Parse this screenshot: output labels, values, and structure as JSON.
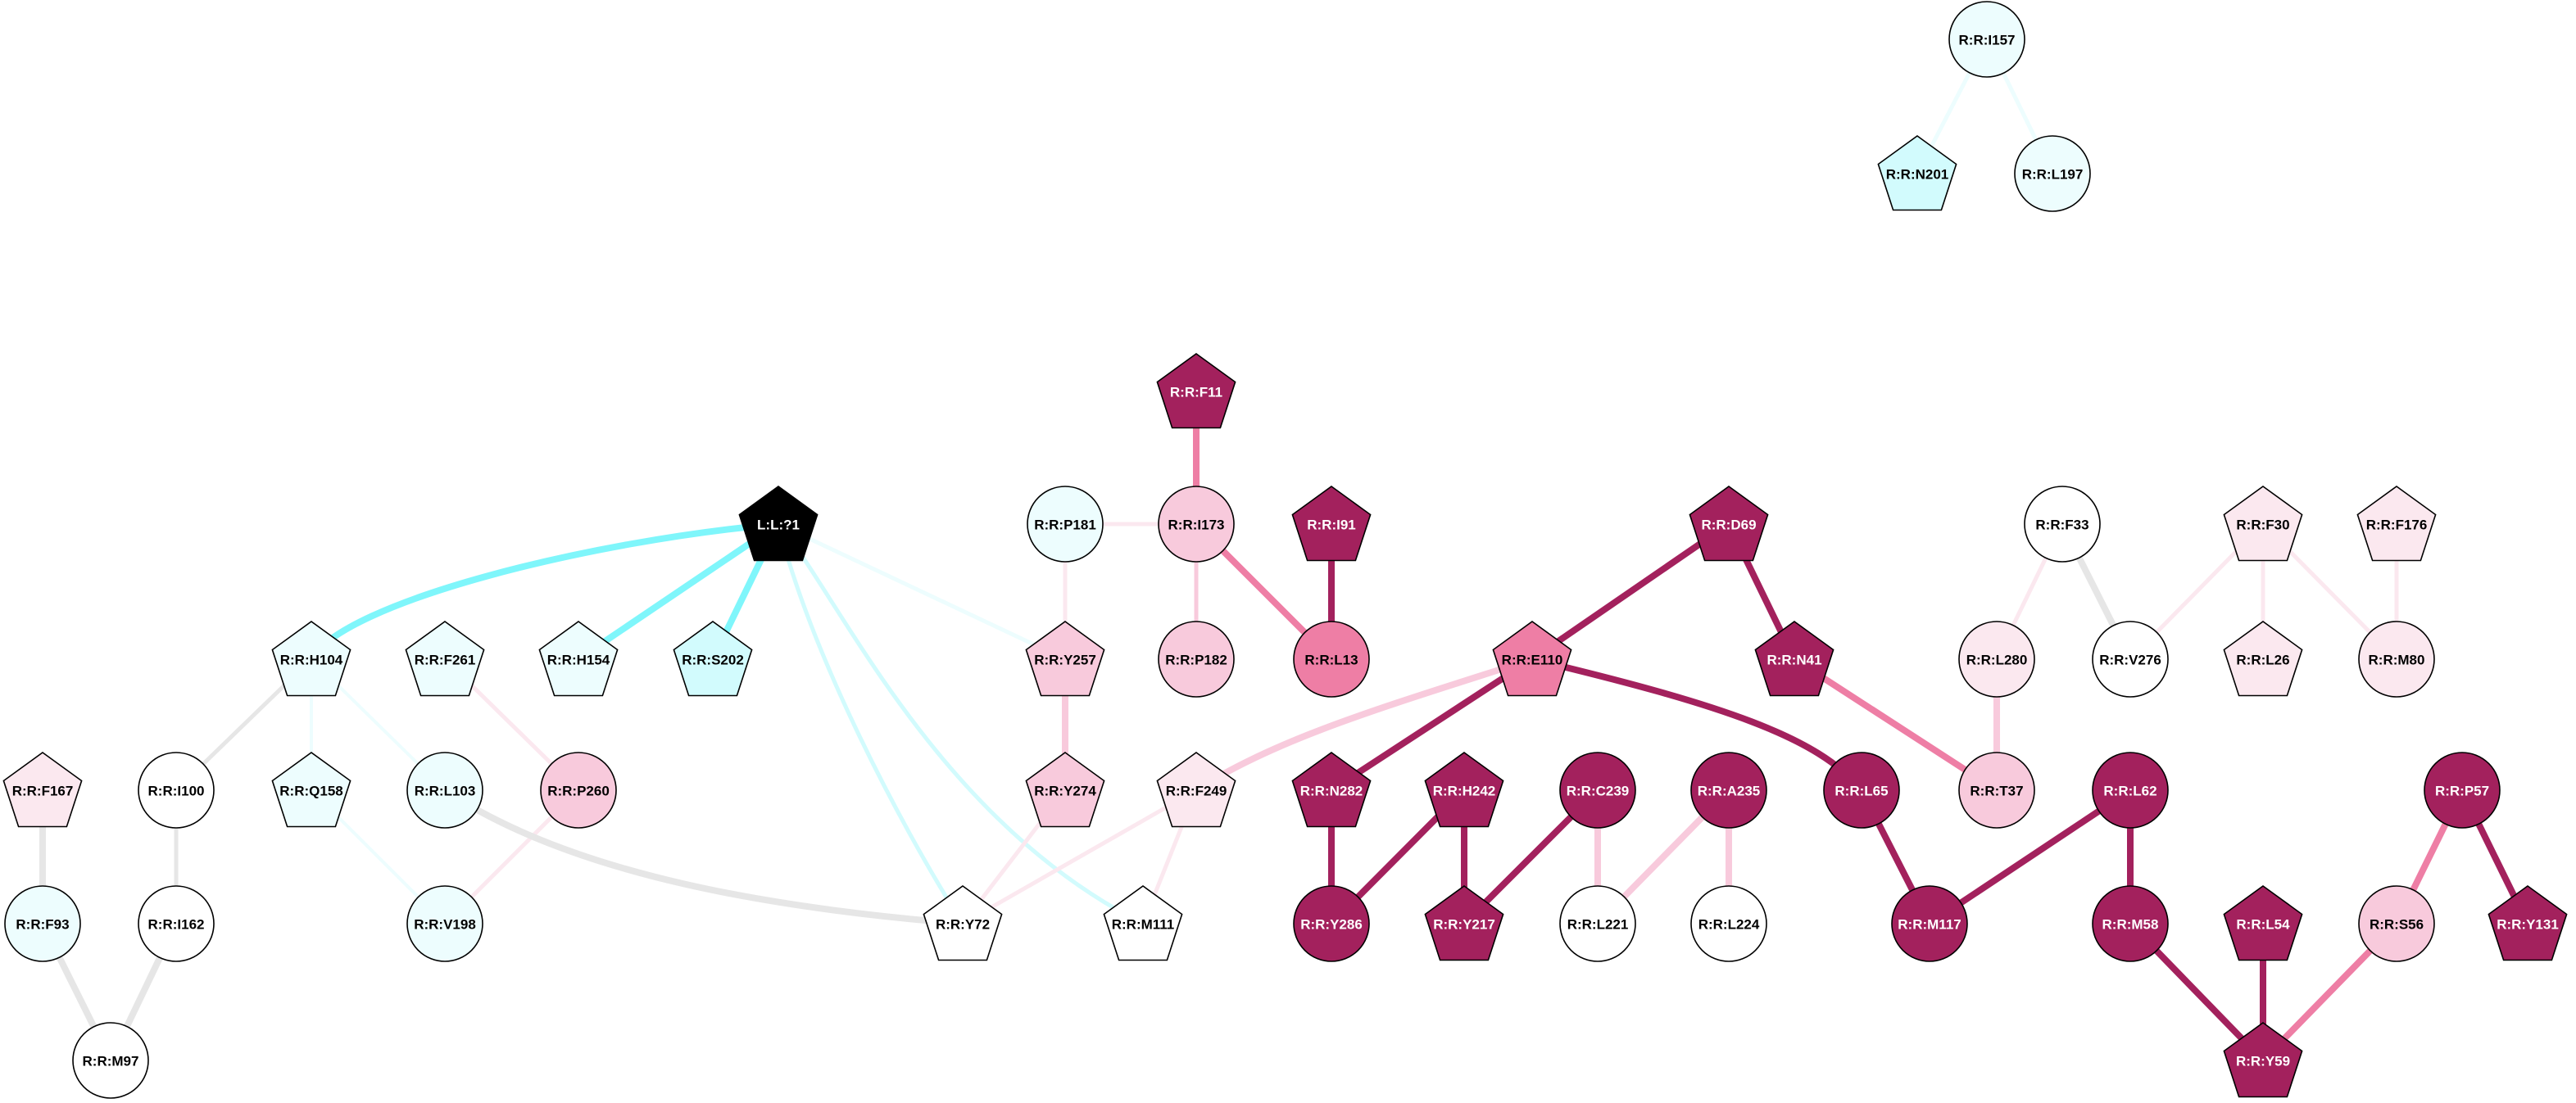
{
  "colors": {
    "black": "#000000",
    "cyan": "#7ff6fb",
    "cyan_light": "#d2fbfd",
    "cyan_pale": "#edfdfe",
    "white": "#ffffff",
    "gray": "#e6e6e6",
    "pink_pale": "#fbe8ef",
    "pink_light": "#f8cadc",
    "pink_mid": "#ee7ea5",
    "magenta": "#a3215d"
  },
  "nodes": [
    {
      "id": "L:L:?1",
      "shape": "pentagon",
      "fill": "#000000",
      "text": "#ffffff"
    },
    {
      "id": "R:R:H104",
      "shape": "pentagon",
      "fill": "#edfdfe",
      "text": "#000000"
    },
    {
      "id": "R:R:F261",
      "shape": "pentagon",
      "fill": "#edfdfe",
      "text": "#000000"
    },
    {
      "id": "R:R:H154",
      "shape": "pentagon",
      "fill": "#edfdfe",
      "text": "#000000"
    },
    {
      "id": "R:R:S202",
      "shape": "pentagon",
      "fill": "#d2fbfd",
      "text": "#000000"
    },
    {
      "id": "R:R:F167",
      "shape": "pentagon",
      "fill": "#fbe8ef",
      "text": "#000000"
    },
    {
      "id": "R:R:I100",
      "shape": "circle",
      "fill": "#ffffff",
      "text": "#000000"
    },
    {
      "id": "R:R:Q158",
      "shape": "pentagon",
      "fill": "#edfdfe",
      "text": "#000000"
    },
    {
      "id": "R:R:L103",
      "shape": "circle",
      "fill": "#edfdfe",
      "text": "#000000"
    },
    {
      "id": "R:R:P260",
      "shape": "circle",
      "fill": "#f8cadc",
      "text": "#000000"
    },
    {
      "id": "R:R:F93",
      "shape": "circle",
      "fill": "#edfdfe",
      "text": "#000000"
    },
    {
      "id": "R:R:I162",
      "shape": "circle",
      "fill": "#ffffff",
      "text": "#000000"
    },
    {
      "id": "R:R:V198",
      "shape": "circle",
      "fill": "#edfdfe",
      "text": "#000000"
    },
    {
      "id": "R:R:M97",
      "shape": "circle",
      "fill": "#ffffff",
      "text": "#000000"
    },
    {
      "id": "R:R:P181",
      "shape": "circle",
      "fill": "#edfdfe",
      "text": "#000000"
    },
    {
      "id": "R:R:F11",
      "shape": "pentagon",
      "fill": "#a3215d",
      "text": "#ffffff"
    },
    {
      "id": "R:R:I173",
      "shape": "circle",
      "fill": "#f8cadc",
      "text": "#000000"
    },
    {
      "id": "R:R:I91",
      "shape": "pentagon",
      "fill": "#a3215d",
      "text": "#ffffff"
    },
    {
      "id": "R:R:Y257",
      "shape": "pentagon",
      "fill": "#f8cadc",
      "text": "#000000"
    },
    {
      "id": "R:R:P182",
      "shape": "circle",
      "fill": "#f8cadc",
      "text": "#000000"
    },
    {
      "id": "R:R:L13",
      "shape": "circle",
      "fill": "#ee7ea5",
      "text": "#000000"
    },
    {
      "id": "R:R:Y274",
      "shape": "pentagon",
      "fill": "#f8cadc",
      "text": "#000000"
    },
    {
      "id": "R:R:F249",
      "shape": "pentagon",
      "fill": "#fbe8ef",
      "text": "#000000"
    },
    {
      "id": "R:R:Y72",
      "shape": "pentagon",
      "fill": "#ffffff",
      "text": "#000000"
    },
    {
      "id": "R:R:M111",
      "shape": "pentagon",
      "fill": "#ffffff",
      "text": "#000000"
    },
    {
      "id": "R:R:D69",
      "shape": "pentagon",
      "fill": "#a3215d",
      "text": "#ffffff"
    },
    {
      "id": "R:R:E110",
      "shape": "pentagon",
      "fill": "#ee7ea5",
      "text": "#000000"
    },
    {
      "id": "R:R:N41",
      "shape": "pentagon",
      "fill": "#a3215d",
      "text": "#ffffff"
    },
    {
      "id": "R:R:N282",
      "shape": "pentagon",
      "fill": "#a3215d",
      "text": "#ffffff"
    },
    {
      "id": "R:R:H242",
      "shape": "pentagon",
      "fill": "#a3215d",
      "text": "#ffffff"
    },
    {
      "id": "R:R:C239",
      "shape": "circle",
      "fill": "#a3215d",
      "text": "#ffffff"
    },
    {
      "id": "R:R:A235",
      "shape": "circle",
      "fill": "#a3215d",
      "text": "#ffffff"
    },
    {
      "id": "R:R:L65",
      "shape": "circle",
      "fill": "#a3215d",
      "text": "#ffffff"
    },
    {
      "id": "R:R:Y286",
      "shape": "circle",
      "fill": "#a3215d",
      "text": "#ffffff"
    },
    {
      "id": "R:R:Y217",
      "shape": "pentagon",
      "fill": "#a3215d",
      "text": "#ffffff"
    },
    {
      "id": "R:R:L221",
      "shape": "circle",
      "fill": "#ffffff",
      "text": "#000000"
    },
    {
      "id": "R:R:L224",
      "shape": "circle",
      "fill": "#ffffff",
      "text": "#000000"
    },
    {
      "id": "R:R:M117",
      "shape": "circle",
      "fill": "#a3215d",
      "text": "#ffffff"
    },
    {
      "id": "R:R:F33",
      "shape": "circle",
      "fill": "#ffffff",
      "text": "#000000"
    },
    {
      "id": "R:R:L280",
      "shape": "circle",
      "fill": "#fbe8ef",
      "text": "#000000"
    },
    {
      "id": "R:R:V276",
      "shape": "circle",
      "fill": "#ffffff",
      "text": "#000000"
    },
    {
      "id": "R:R:T37",
      "shape": "circle",
      "fill": "#f8cadc",
      "text": "#000000"
    },
    {
      "id": "R:R:F30",
      "shape": "pentagon",
      "fill": "#fbe8ef",
      "text": "#000000"
    },
    {
      "id": "R:R:L26",
      "shape": "pentagon",
      "fill": "#fbe8ef",
      "text": "#000000"
    },
    {
      "id": "R:R:F176",
      "shape": "pentagon",
      "fill": "#fbe8ef",
      "text": "#000000"
    },
    {
      "id": "R:R:M80",
      "shape": "circle",
      "fill": "#fbe8ef",
      "text": "#000000"
    },
    {
      "id": "R:R:L62",
      "shape": "circle",
      "fill": "#a3215d",
      "text": "#ffffff"
    },
    {
      "id": "R:R:M58",
      "shape": "circle",
      "fill": "#a3215d",
      "text": "#ffffff"
    },
    {
      "id": "R:R:P57",
      "shape": "circle",
      "fill": "#a3215d",
      "text": "#ffffff"
    },
    {
      "id": "R:R:S56",
      "shape": "circle",
      "fill": "#f8cadc",
      "text": "#000000"
    },
    {
      "id": "R:R:Y131",
      "shape": "pentagon",
      "fill": "#a3215d",
      "text": "#ffffff"
    },
    {
      "id": "R:R:L54",
      "shape": "pentagon",
      "fill": "#a3215d",
      "text": "#ffffff"
    },
    {
      "id": "R:R:Y59",
      "shape": "pentagon",
      "fill": "#a3215d",
      "text": "#ffffff"
    },
    {
      "id": "R:R:I157",
      "shape": "circle",
      "fill": "#edfdfe",
      "text": "#000000"
    },
    {
      "id": "R:R:N201",
      "shape": "pentagon",
      "fill": "#d2fbfd",
      "text": "#000000"
    },
    {
      "id": "R:R:L197",
      "shape": "circle",
      "fill": "#edfdfe",
      "text": "#000000"
    }
  ],
  "edges": [
    {
      "from": "L:L:?1",
      "to": "R:R:H104",
      "color": "#7ff6fb",
      "weight": "strong"
    },
    {
      "from": "L:L:?1",
      "to": "R:R:H154",
      "color": "#7ff6fb",
      "weight": "strong"
    },
    {
      "from": "L:L:?1",
      "to": "R:R:S202",
      "color": "#7ff6fb",
      "weight": "strong"
    },
    {
      "from": "L:L:?1",
      "to": "R:R:Y72",
      "color": "#d2fbfd",
      "weight": "medium"
    },
    {
      "from": "L:L:?1",
      "to": "R:R:M111",
      "color": "#d2fbfd",
      "weight": "medium"
    },
    {
      "from": "L:L:?1",
      "to": "R:R:Y257",
      "color": "#edfdfe",
      "weight": "medium"
    },
    {
      "from": "R:R:H104",
      "to": "R:R:I100",
      "color": "#e6e6e6",
      "weight": "medium"
    },
    {
      "from": "R:R:H104",
      "to": "R:R:Q158",
      "color": "#edfdfe",
      "weight": "light"
    },
    {
      "from": "R:R:H104",
      "to": "R:R:L103",
      "color": "#edfdfe",
      "weight": "light"
    },
    {
      "from": "R:R:F261",
      "to": "R:R:P260",
      "color": "#fbe8ef",
      "weight": "medium"
    },
    {
      "from": "R:R:F167",
      "to": "R:R:F93",
      "color": "#e6e6e6",
      "weight": "strong"
    },
    {
      "from": "R:R:I100",
      "to": "R:R:I162",
      "color": "#e6e6e6",
      "weight": "medium"
    },
    {
      "from": "R:R:F93",
      "to": "R:R:M97",
      "color": "#e6e6e6",
      "weight": "strong"
    },
    {
      "from": "R:R:I162",
      "to": "R:R:M97",
      "color": "#e6e6e6",
      "weight": "strong"
    },
    {
      "from": "R:R:Q158",
      "to": "R:R:V198",
      "color": "#edfdfe",
      "weight": "light"
    },
    {
      "from": "R:R:P260",
      "to": "R:R:V198",
      "color": "#fbe8ef",
      "weight": "medium"
    },
    {
      "from": "R:R:L103",
      "to": "R:R:Y72",
      "color": "#e6e6e6",
      "weight": "strong"
    },
    {
      "from": "R:R:P181",
      "to": "R:R:Y257",
      "color": "#fbe8ef",
      "weight": "medium"
    },
    {
      "from": "R:R:F11",
      "to": "R:R:I173",
      "color": "#ee7ea5",
      "weight": "strong"
    },
    {
      "from": "R:R:I173",
      "to": "R:R:P181",
      "color": "#fbe8ef",
      "weight": "medium"
    },
    {
      "from": "R:R:I173",
      "to": "R:R:P182",
      "color": "#f8cadc",
      "weight": "medium"
    },
    {
      "from": "R:R:I173",
      "to": "R:R:L13",
      "color": "#ee7ea5",
      "weight": "strong"
    },
    {
      "from": "R:R:I91",
      "to": "R:R:L13",
      "color": "#a3215d",
      "weight": "strong"
    },
    {
      "from": "R:R:Y257",
      "to": "R:R:Y274",
      "color": "#f8cadc",
      "weight": "strong"
    },
    {
      "from": "R:R:Y274",
      "to": "R:R:Y72",
      "color": "#fbe8ef",
      "weight": "medium"
    },
    {
      "from": "R:R:F249",
      "to": "R:R:Y72",
      "color": "#fbe8ef",
      "weight": "medium"
    },
    {
      "from": "R:R:F249",
      "to": "R:R:M111",
      "color": "#fbe8ef",
      "weight": "medium"
    },
    {
      "from": "R:R:E110",
      "to": "R:R:F249",
      "color": "#f8cadc",
      "weight": "strong"
    },
    {
      "from": "R:R:D69",
      "to": "R:R:E110",
      "color": "#a3215d",
      "weight": "strong"
    },
    {
      "from": "R:R:D69",
      "to": "R:R:N41",
      "color": "#a3215d",
      "weight": "strong"
    },
    {
      "from": "R:R:E110",
      "to": "R:R:N282",
      "color": "#a3215d",
      "weight": "strong"
    },
    {
      "from": "R:R:E110",
      "to": "R:R:L65",
      "color": "#a3215d",
      "weight": "strong"
    },
    {
      "from": "R:R:N41",
      "to": "R:R:T37",
      "color": "#ee7ea5",
      "weight": "strong"
    },
    {
      "from": "R:R:N282",
      "to": "R:R:Y286",
      "color": "#a3215d",
      "weight": "strong"
    },
    {
      "from": "R:R:H242",
      "to": "R:R:Y286",
      "color": "#a3215d",
      "weight": "strong"
    },
    {
      "from": "R:R:H242",
      "to": "R:R:Y217",
      "color": "#a3215d",
      "weight": "strong"
    },
    {
      "from": "R:R:C239",
      "to": "R:R:Y217",
      "color": "#a3215d",
      "weight": "strong"
    },
    {
      "from": "R:R:C239",
      "to": "R:R:L221",
      "color": "#f8cadc",
      "weight": "strong"
    },
    {
      "from": "R:R:A235",
      "to": "R:R:L221",
      "color": "#f8cadc",
      "weight": "strong"
    },
    {
      "from": "R:R:A235",
      "to": "R:R:L224",
      "color": "#f8cadc",
      "weight": "strong"
    },
    {
      "from": "R:R:L65",
      "to": "R:R:M117",
      "color": "#a3215d",
      "weight": "strong"
    },
    {
      "from": "R:R:L62",
      "to": "R:R:M117",
      "color": "#a3215d",
      "weight": "strong"
    },
    {
      "from": "R:R:L62",
      "to": "R:R:M58",
      "color": "#a3215d",
      "weight": "strong"
    },
    {
      "from": "R:R:M58",
      "to": "R:R:Y59",
      "color": "#a3215d",
      "weight": "strong"
    },
    {
      "from": "R:R:L54",
      "to": "R:R:Y59",
      "color": "#a3215d",
      "weight": "strong"
    },
    {
      "from": "R:R:S56",
      "to": "R:R:Y59",
      "color": "#ee7ea5",
      "weight": "strong"
    },
    {
      "from": "R:R:P57",
      "to": "R:R:S56",
      "color": "#ee7ea5",
      "weight": "strong"
    },
    {
      "from": "R:R:P57",
      "to": "R:R:Y131",
      "color": "#a3215d",
      "weight": "strong"
    },
    {
      "from": "R:R:F33",
      "to": "R:R:L280",
      "color": "#fbe8ef",
      "weight": "medium"
    },
    {
      "from": "R:R:F33",
      "to": "R:R:V276",
      "color": "#e6e6e6",
      "weight": "strong"
    },
    {
      "from": "R:R:L280",
      "to": "R:R:T37",
      "color": "#f8cadc",
      "weight": "strong"
    },
    {
      "from": "R:R:F30",
      "to": "R:R:V276",
      "color": "#fbe8ef",
      "weight": "medium"
    },
    {
      "from": "R:R:F30",
      "to": "R:R:L26",
      "color": "#fbe8ef",
      "weight": "medium"
    },
    {
      "from": "R:R:F30",
      "to": "R:R:M80",
      "color": "#fbe8ef",
      "weight": "medium"
    },
    {
      "from": "R:R:F176",
      "to": "R:R:M80",
      "color": "#fbe8ef",
      "weight": "medium"
    },
    {
      "from": "R:R:I157",
      "to": "R:R:N201",
      "color": "#edfdfe",
      "weight": "medium"
    },
    {
      "from": "R:R:I157",
      "to": "R:R:L197",
      "color": "#edfdfe",
      "weight": "medium"
    }
  ]
}
